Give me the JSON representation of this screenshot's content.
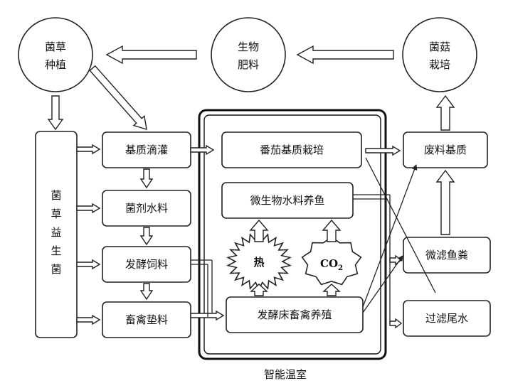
{
  "nodes": {
    "grass_planting": {
      "line1": "菌草",
      "line2": "种植"
    },
    "bio_fertilizer": {
      "line1": "生物",
      "line2": "肥料"
    },
    "mushroom_cultivation": {
      "line1": "菌菇",
      "line2": "栽培"
    },
    "probiotic": {
      "chars": [
        "菌",
        "草",
        "益",
        "生",
        "菌"
      ]
    },
    "substrate_drip": "基质滴灌",
    "bacterial_water": "菌剂水料",
    "fermented_feed": "发酵饲料",
    "livestock_bedding": "畜禽垫料",
    "tomato_cultivation": "番茄基质栽培",
    "fish_farming": "微生物水料养鱼",
    "fermentation_bed": "发酵床畜禽养殖",
    "waste_substrate": "废料基质",
    "fish_manure": "微滤鱼粪",
    "filtered_water": "过滤尾水",
    "heat": "热",
    "co2": {
      "main": "CO",
      "sub": "2"
    }
  },
  "greenhouse_label": "智能温室"
}
